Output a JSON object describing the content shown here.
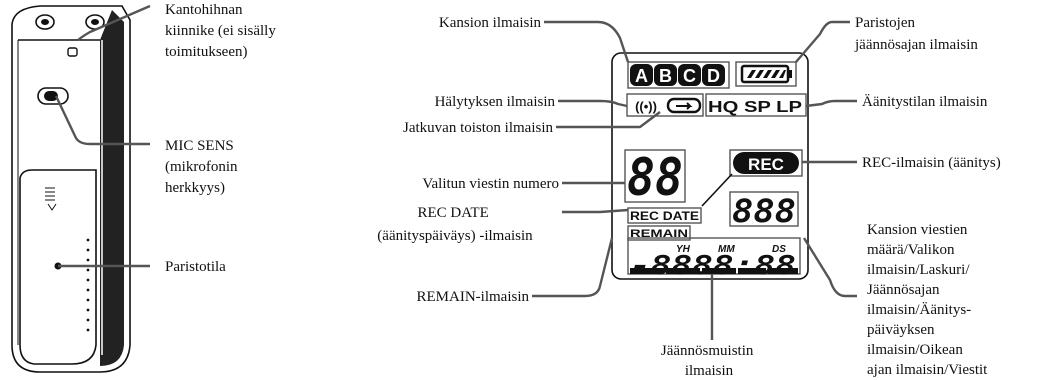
{
  "callouts": {
    "strap_holder": [
      "Kantohihnan",
      "kiinnike (ei sisälly",
      "toimitukseen)"
    ],
    "mic_sens": [
      "MIC SENS",
      "(mikrofonin",
      "herkkyys)"
    ],
    "battery_compartment": [
      "Paristotila"
    ],
    "folder_indicator": [
      "Kansion ilmaisin"
    ],
    "alarm_indicator": [
      "Hälytyksen ilmaisin"
    ],
    "repeat_indicator": [
      "Jatkuvan toiston ilmaisin"
    ],
    "message_number": [
      "Valitun viestin numero"
    ],
    "rec_date_indicator": [
      "REC DATE",
      "(äänityspäiväys) -ilmaisin"
    ],
    "remain_indicator": [
      "REMAIN-ilmaisin"
    ],
    "memory_indicator": [
      "Jäännösmuistin",
      "ilmaisin"
    ],
    "battery_indicator": [
      "Paristojen",
      "jäännösajan ilmaisin"
    ],
    "rec_mode_indicator": [
      "Äänitystilan ilmaisin"
    ],
    "rec_indicator": [
      "REC-ilmaisin (äänitys)"
    ],
    "multi_display": [
      "Kansion viestien",
      "määrä/Valikon",
      "ilmaisin/Laskuri/",
      "Jäännösajan",
      "ilmaisin/Äänitys-",
      "päiväyksen",
      "ilmaisin/Oikean",
      "ajan ilmaisin/Viestit"
    ]
  },
  "lcd": {
    "folders": [
      "A",
      "B",
      "C",
      "D"
    ],
    "alarm": "((•))",
    "rec_modes": "HQ SP LP",
    "message_digits": "88",
    "rec": "REC",
    "rec_date": "REC DATE",
    "remain": "REMAIN",
    "count_digits": "888",
    "time_units": [
      "YH",
      "MM",
      "DS"
    ],
    "time_digits": "-8888:88"
  },
  "colors": {
    "ink": "#111111",
    "leader": "#555555"
  }
}
